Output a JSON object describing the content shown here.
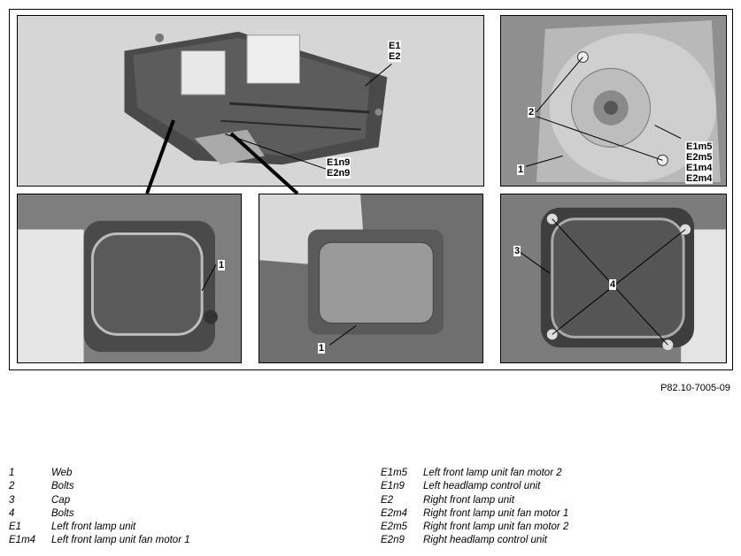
{
  "figure": {
    "callouts": {
      "top_left_e": [
        "E1",
        "E2"
      ],
      "top_left_n": [
        "E1n9",
        "E2n9"
      ],
      "top_right_num_2": "2",
      "top_right_num_1": "1",
      "top_right_motors": [
        "E1m5",
        "E2m5",
        "E1m4",
        "E2m4"
      ],
      "bottom_left_num": "1",
      "bottom_mid_num": "1",
      "bottom_right_num_3": "3",
      "bottom_right_num_4": "4"
    },
    "reference": "P82.10-7005-09"
  },
  "legend": {
    "left": [
      {
        "key": "1",
        "text": "Web"
      },
      {
        "key": "2",
        "text": "Bolts"
      },
      {
        "key": "3",
        "text": "Cap"
      },
      {
        "key": "4",
        "text": "Bolts"
      },
      {
        "key": "E1",
        "text": "Left front lamp unit"
      },
      {
        "key": "E1m4",
        "text": "Left front lamp unit fan motor 1"
      }
    ],
    "right": [
      {
        "key": "E1m5",
        "text": "Left front lamp unit fan motor 2"
      },
      {
        "key": "E1n9",
        "text": "Left headlamp control unit"
      },
      {
        "key": "E2",
        "text": "Right front lamp unit"
      },
      {
        "key": "E2m4",
        "text": "Right front lamp unit fan motor 1"
      },
      {
        "key": "E2m5",
        "text": "Right front lamp unit fan motor 2"
      },
      {
        "key": "E2n9",
        "text": "Right headlamp control unit"
      }
    ]
  }
}
